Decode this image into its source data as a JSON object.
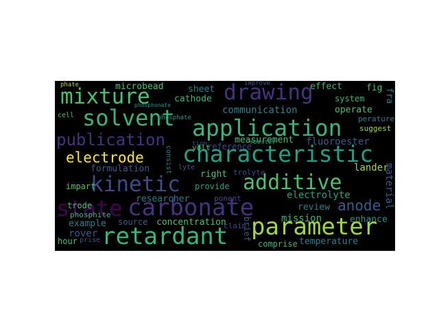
{
  "words": {
    "state": "state",
    "carbonate": "carbonate",
    "parameter": "parameter",
    "retardant": "retardant",
    "characteristic": "characteristic",
    "application": "application",
    "kinetic": "kinetic",
    "additive": "additive",
    "solvent": "solvent",
    "mixture": "mixture",
    "drawing": "drawing",
    "publication": "publication",
    "electrode": "electrode",
    "anode": "anode",
    "measurement": "measurement",
    "fluoroester": "fluoroester",
    "communication": "communication",
    "reference": "reference",
    "formulation": "formulation",
    "researcher": "researcher",
    "electrolyte": "electrolyte",
    "concentration": "concentration",
    "temperature": "temperature",
    "mission": "mission",
    "enhance": "enhance",
    "review": "review",
    "lander": "lander",
    "rover": "rover",
    "example": "example",
    "source": "source",
    "hour": "hour",
    "comprise": "comprise",
    "microbead": "microbead",
    "cathode": "cathode",
    "sheet": "sheet",
    "effect": "effect",
    "system": "system",
    "operate": "operate",
    "fig": "fig",
    "fra": "fra",
    "perature": "perature",
    "suggest": "suggest",
    "material": "material",
    "right": "right",
    "provide": "provide",
    "impart": "impart",
    "trode": "trode",
    "phosphite": "phosphite",
    "volt": "volt",
    "trolyte": "trolyte",
    "ponent": "ponent",
    "brief": "brief",
    "claim": "claim",
    "phosphate": "phosphate",
    "phate": "phate",
    "cell": "cell",
    "improve": "improve",
    "lyte": "lyte",
    "tion": "tion",
    "roester": "roester",
    "consist": "consist",
    "prise": "prise",
    "phosphonate": "phosphonate"
  },
  "colors": {
    "background": "#000000",
    "yellow": "#d8e219",
    "yellow_green": "#a0da39",
    "green": "#4ac16d",
    "teal_green": "#35b779",
    "teal": "#1fa187",
    "cyan": "#1f968b",
    "steel": "#277f8e",
    "blue": "#365c8d",
    "indigo": "#3e4a89",
    "purple": "#46327e",
    "dark_purple": "#440154",
    "gold": "#fde725"
  }
}
